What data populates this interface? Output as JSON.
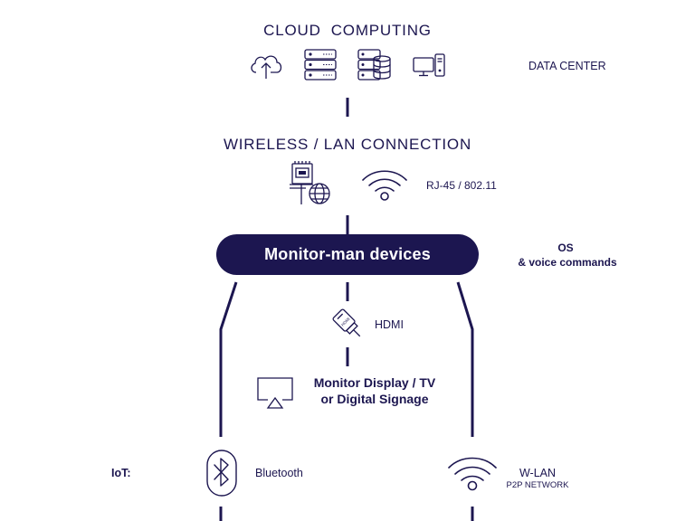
{
  "cloud": {
    "title": "CLOUD  COMPUTING",
    "data_center_label": "DATA CENTER",
    "icons": [
      "cloud-upload-icon",
      "server-rack-icon",
      "database-icon",
      "desktop-computer-icon"
    ]
  },
  "network": {
    "title": "WIRELESS / LAN CONNECTION",
    "protocol_label": "RJ-45 / 802.11",
    "icons": [
      "lan-globe-icon",
      "wifi-icon"
    ]
  },
  "device": {
    "label": "Monitor-man devices",
    "os_label": "OS",
    "voice_label": "& voice commands"
  },
  "hdmi": {
    "label": "HDMI",
    "connector_text": "HDMI"
  },
  "display": {
    "line1": "Monitor Display / TV",
    "line2": "or Digital Signage"
  },
  "iot": {
    "label": "IoT:",
    "bluetooth_label": "Bluetooth",
    "wlan_label": "W-LAN",
    "wlan_sub": "P2P NETWORK"
  },
  "colors": {
    "navy": "#1c1650",
    "white": "#ffffff"
  }
}
